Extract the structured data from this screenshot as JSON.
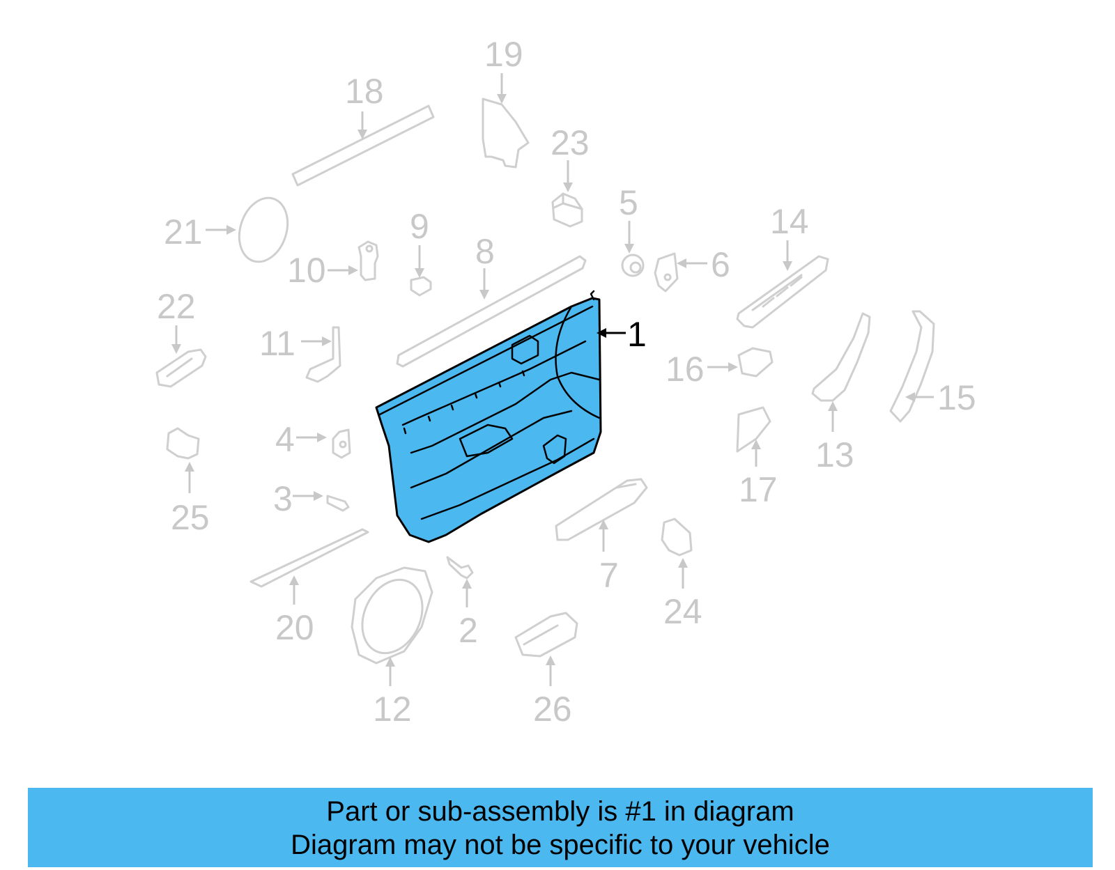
{
  "diagram": {
    "highlight_color": "#4bb8f0",
    "ghost_color": "#c8c8c8",
    "highlighted_part": "1",
    "callouts": [
      "1",
      "2",
      "3",
      "4",
      "5",
      "6",
      "7",
      "8",
      "9",
      "10",
      "11",
      "12",
      "13",
      "14",
      "15",
      "16",
      "17",
      "18",
      "19",
      "20",
      "21",
      "22",
      "23",
      "24",
      "25",
      "26"
    ]
  },
  "banner": {
    "line1": "Part or sub-assembly is #1 in diagram",
    "line2": "Diagram may not be specific to your vehicle"
  }
}
